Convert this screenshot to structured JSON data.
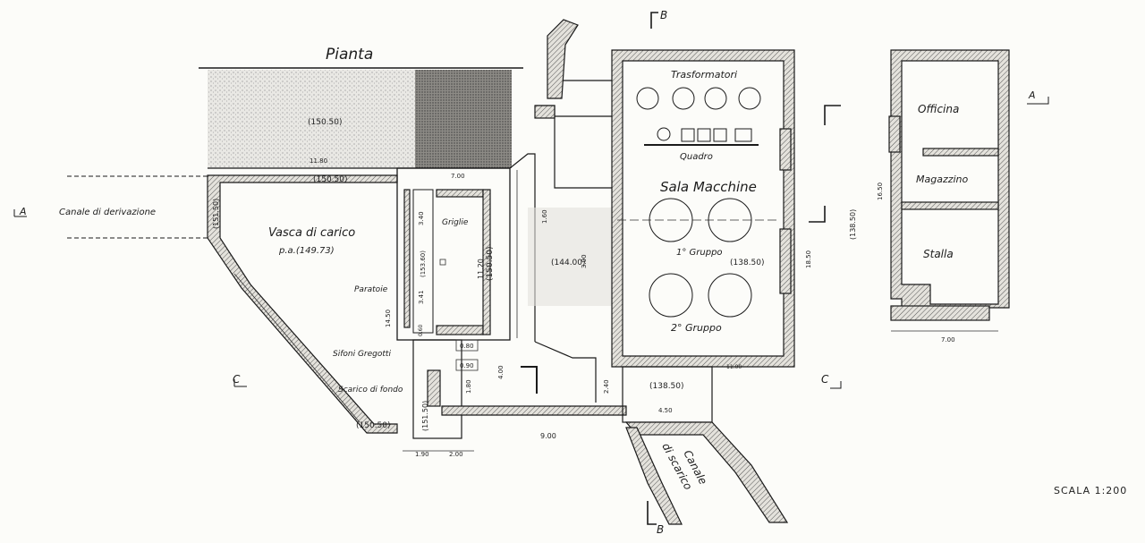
{
  "labels": {
    "title": "Pianta",
    "section_a_left": "A",
    "section_a_right": "A",
    "section_b_top": "B",
    "section_b_bottom": "B",
    "section_c_left": "C",
    "section_c_right": "C",
    "canale_derivazione": "Canale di derivazione",
    "vasca_carico": "Vasca di carico",
    "vasca_quota": "p.a.(149.73)",
    "griglie": "Griglie",
    "paratoie": "Paratoie",
    "sifoni": "Sifoni Gregotti",
    "scarico_fondo": "Scarico di fondo",
    "trasformatori": "Trasformatori",
    "quadro": "Quadro",
    "sala_macchine": "Sala Macchine",
    "gruppo1": "1° Gruppo",
    "gruppo2": "2° Gruppo",
    "officina": "Officina",
    "magazzino": "Magazzino",
    "stalla": "Stalla",
    "canale_scarico_1": "Canale",
    "canale_scarico_2": "di scarico",
    "scala": "SCALA 1:200"
  },
  "quotes": {
    "q15050_a": "(150.50)",
    "q15050_b": "(150.50)",
    "q15050_c": "(150.50)",
    "q15150_a": "(151.50)",
    "q15150_b": "(151.50)",
    "q15350": "(153.60)",
    "q15050_d": "(150.50)",
    "q14400": "(144.00)",
    "q13850_a": "(138.50)",
    "q13850_b": "(138.50)",
    "q13850_c": "(138.50)"
  },
  "dimensions": {
    "d1180": "11.80",
    "d700a": "7.00",
    "d340a": "3.40",
    "d341": "3.41",
    "d160": "1.60",
    "d300": "3.00",
    "d1450": "14.50",
    "d1120": "11.20",
    "d080": "0.80",
    "d090": "0.90",
    "d400": "4.00",
    "d180": "1.80",
    "d240": "2.40",
    "d900": "9.00",
    "d190": "1.90",
    "d200": "2.00",
    "d450": "4.50",
    "d1100": "11.00",
    "d1850": "18.50",
    "d1650": "16.50",
    "d700b": "7.00",
    "d060": "0.60"
  }
}
